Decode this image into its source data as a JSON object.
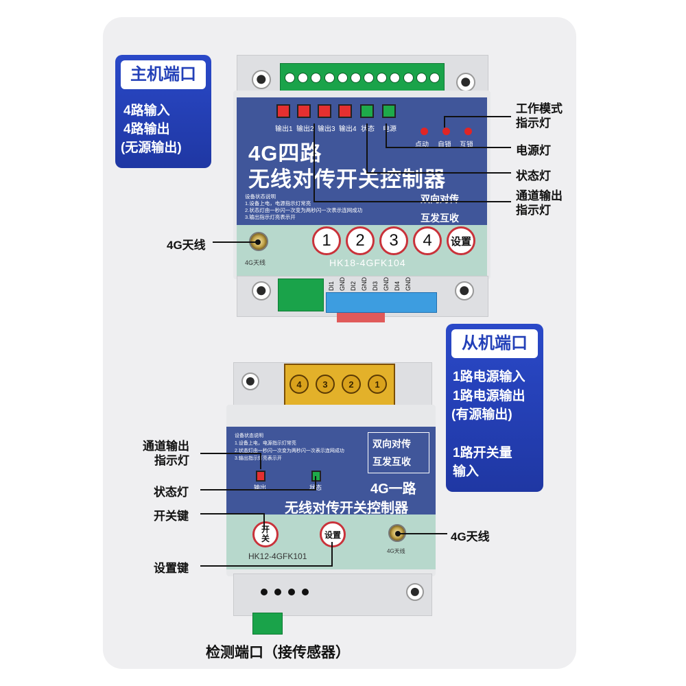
{
  "callouts": {
    "master": {
      "title": "主机端口",
      "lines": [
        "4路输入",
        "4路输出",
        "(无源输出)"
      ]
    },
    "slave": {
      "title": "从机端口",
      "lines": [
        "1路电源输入",
        "1路电源输出",
        "(有源输出)",
        "1路开关量",
        "输入"
      ]
    }
  },
  "master_device": {
    "title_line1": "4G四路",
    "title_line2": "无线对传开关控制器",
    "badge1": "双向对传",
    "badge2": "互发互收",
    "output_leds": [
      "输出1",
      "输出2",
      "输出3",
      "输出4",
      "状态",
      "电源"
    ],
    "mode_leds": [
      "点动",
      "自锁",
      "互锁"
    ],
    "notes": [
      "设备状态说明",
      "1.设备上电，电源指示灯常亮",
      "2.状态灯由一秒闪一次变为两秒闪一次表示连网成功",
      "3.输出指示灯亮表示开"
    ],
    "buttons": [
      "1",
      "2",
      "3",
      "4",
      "设置"
    ],
    "antenna_label": "4G天线",
    "model": "HK18-4GFK104",
    "terminal_labels": [
      "DI1",
      "GND",
      "DI2",
      "GND",
      "DI3",
      "GND",
      "DI4",
      "GND"
    ]
  },
  "master_labels": {
    "mode_indicator": "工作模式\n指示灯",
    "power_light": "电源灯",
    "status_light": "状态灯",
    "channel_output": "通道输出\n指示灯",
    "antenna": "4G天线"
  },
  "slave_device": {
    "badge1": "双向对传",
    "badge2": "互发互收",
    "notes": [
      "设备状态说明",
      "1.设备上电，电源指示灯常亮",
      "2.状态灯由一秒闪一次变为两秒闪一次表示连网成功",
      "3.输出指示灯亮表示开"
    ],
    "led_output": "输出",
    "led_status": "状态",
    "title_line1": "4G一路",
    "title_line2": "无线对传开关控制器",
    "switch_button": "开\n关",
    "set_button": "设置",
    "antenna_label": "4G天线",
    "model": "HK12-4GFK101",
    "top_terminals": [
      "4",
      "3",
      "2",
      "1"
    ]
  },
  "slave_labels": {
    "channel_output": "通道输出\n指示灯",
    "status_light": "状态灯",
    "switch_key": "开关键",
    "set_key": "设置键",
    "antenna": "4G天线"
  },
  "bottom_caption": "检测端口（接传感器）",
  "colors": {
    "callout_blue": "#2340b8",
    "panel_blue": "#40569a",
    "panel_teal": "#b7d8cc",
    "led_red": "#e02525",
    "led_green": "#1aa34a",
    "terminal_green": "#1aa34a"
  }
}
